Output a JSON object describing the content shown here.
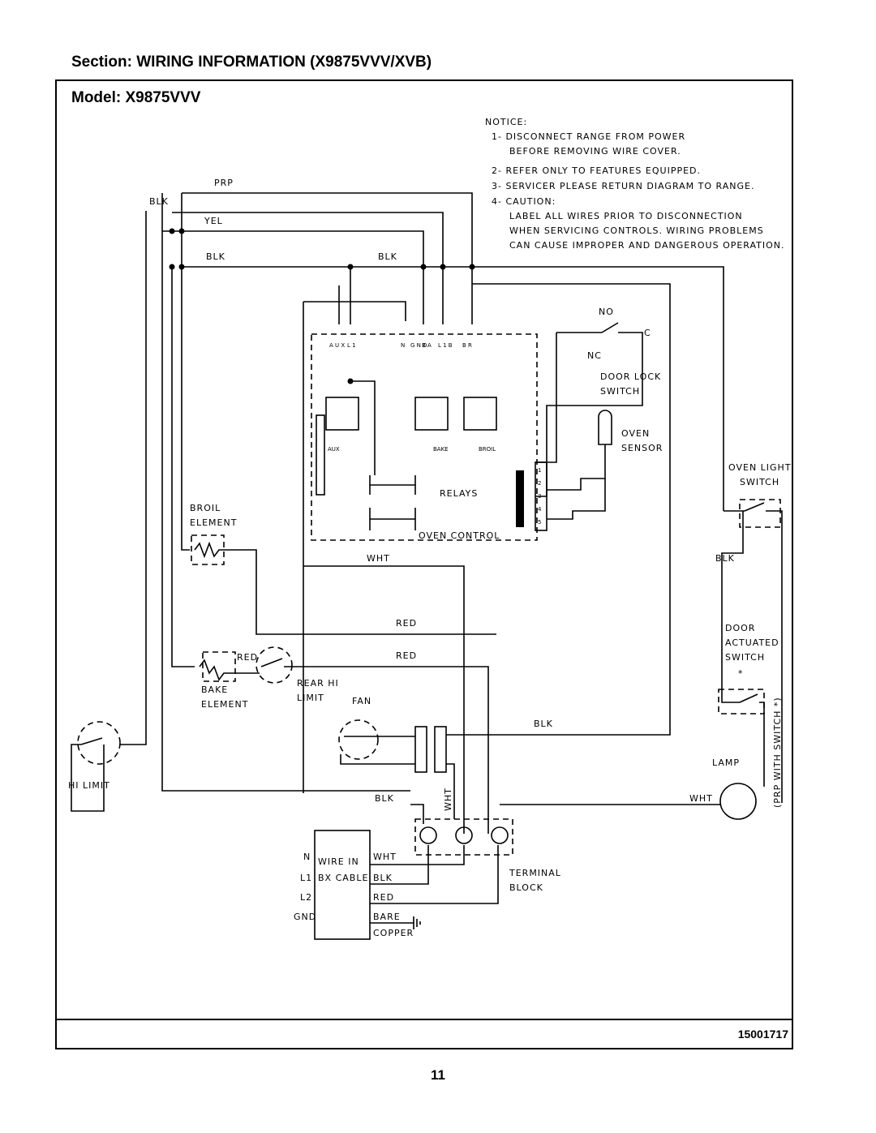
{
  "header": {
    "section": "Section:  WIRING INFORMATION (X9875VVV/XVB)",
    "model": "Model:  X9875VVV"
  },
  "notice": {
    "title": "NOTICE:",
    "lines": [
      "1- DISCONNECT RANGE FROM POWER",
      "BEFORE REMOVING WIRE COVER.",
      "2- REFER ONLY TO FEATURES EQUIPPED.",
      "3- SERVICER PLEASE RETURN DIAGRAM TO RANGE.",
      "4- CAUTION:",
      "LABEL ALL WIRES PRIOR TO DISCONNECTION",
      "WHEN SERVICING CONTROLS. WIRING PROBLEMS",
      "CAN CAUSE IMPROPER AND DANGEROUS OPERATION."
    ]
  },
  "wire_labels": {
    "prp": "PRP",
    "blk": "BLK",
    "yel": "YEL",
    "wht": "WHT",
    "red": "RED"
  },
  "components": {
    "broil_element": [
      "BROIL",
      "ELEMENT"
    ],
    "bake_element": [
      "BAKE",
      "ELEMENT"
    ],
    "rear_hi_limit": [
      "REAR HI",
      "LIMIT"
    ],
    "fan": "FAN",
    "hi_limit": "HI LIMIT",
    "relays": "RELAYS",
    "oven_control": "OVEN CONTROL",
    "door_lock_switch": [
      "DOOR LOCK",
      "SWITCH"
    ],
    "no": "NO",
    "nc": "NC",
    "c": "C",
    "oven_sensor": [
      "OVEN",
      "SENSOR"
    ],
    "oven_light_switch": [
      "OVEN LIGHT",
      "SWITCH"
    ],
    "door_actuated_switch": [
      "DOOR",
      "ACTUATED",
      "SWITCH"
    ],
    "star": "*",
    "lamp": "LAMP",
    "vertical_note": "(PRP WITH SWITCH *)",
    "terminal_block": [
      "TERMINAL",
      "BLOCK"
    ],
    "wire_in": [
      "WIRE IN",
      "BX CABLE"
    ],
    "supply_left": [
      "N",
      "L1",
      "L2",
      "GND"
    ],
    "supply_right": [
      "WHT",
      "BLK",
      "RED",
      "BARE",
      "COPPER"
    ],
    "board_pins": [
      "A U X",
      "L 1",
      "N",
      "G N D",
      "B A",
      "L 1 B",
      "B R"
    ],
    "relay_tags": [
      "AUX",
      "BAKE",
      "BROIL"
    ],
    "connector_pins": [
      "1",
      "2",
      "3",
      "4",
      "5"
    ]
  },
  "footer": {
    "doc_number": "15001717",
    "page_number": "11"
  }
}
